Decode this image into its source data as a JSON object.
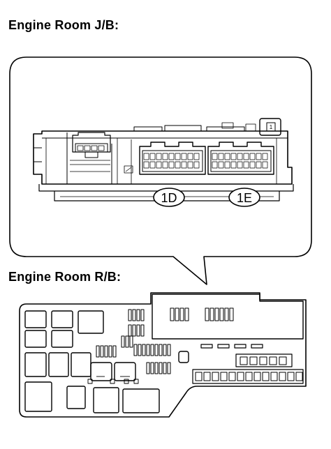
{
  "headings": {
    "jb": "Engine Room J/B:",
    "rb": "Engine Room R/B:"
  },
  "connectors": {
    "left": "1D",
    "right": "1E",
    "small_tag": "1"
  },
  "colors": {
    "line": "#000000",
    "background": "#ffffff"
  }
}
